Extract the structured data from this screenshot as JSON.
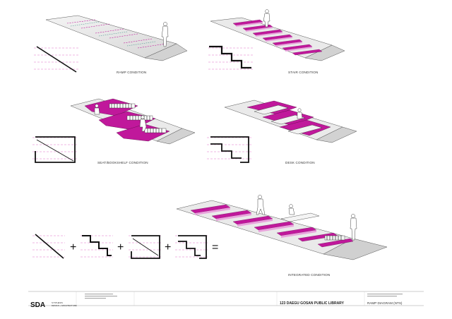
{
  "captions": {
    "ramp": "RAMP CONDITION",
    "stair": "STAIR CONDITION",
    "seat": "SEAT/BOOKSHELF CONDITION",
    "desk": "DESK CONDITION",
    "integrated": "INTEGRATED CONDITION"
  },
  "equation": {
    "plus": "+",
    "equals": "="
  },
  "title_block": {
    "logo": "SDA",
    "logo_sub_line1": "SYNTHESIS",
    "logo_sub_line2": "DESIGN + ARCHITECTURE",
    "project": "123 DAEGU GOSAN PUBLIC LIBRARY",
    "sheet_title": "RAMP DIAGRAM (NTS)"
  },
  "colors": {
    "accent": "#c0189b",
    "accent_light": "#e9a2dc",
    "line": "#1a1a1a",
    "surface": "#e9e9e9"
  }
}
